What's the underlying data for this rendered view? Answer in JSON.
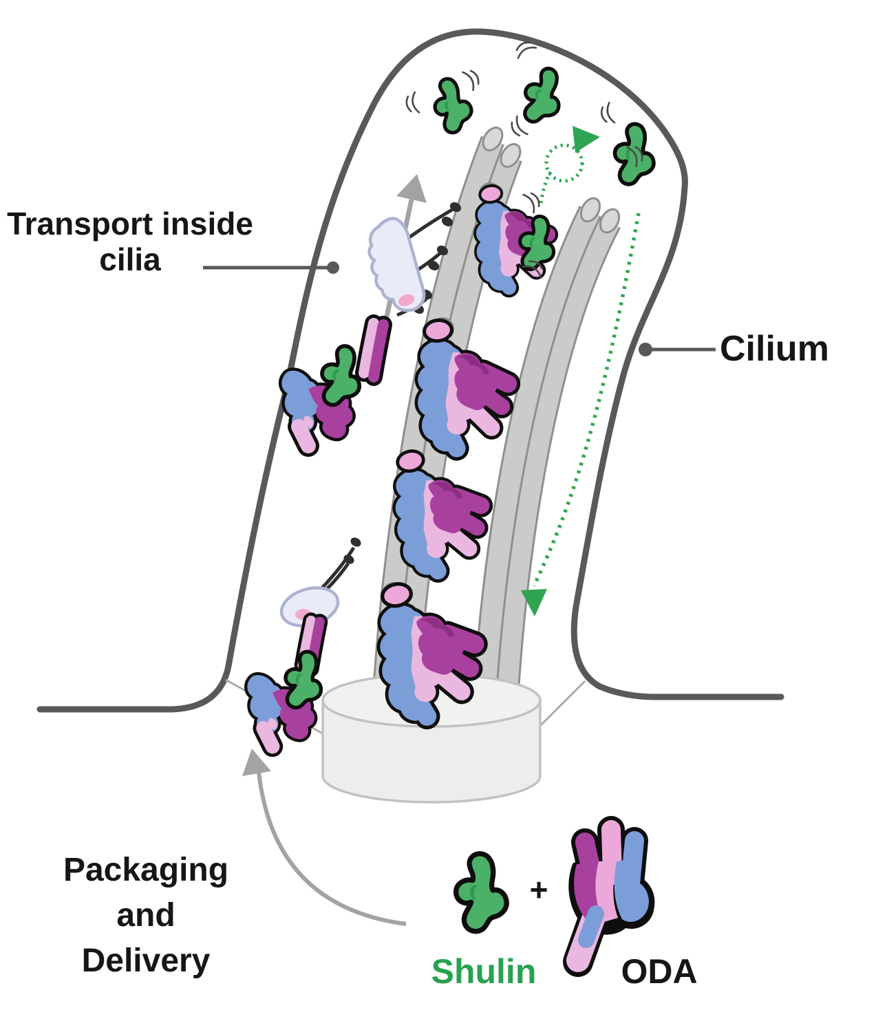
{
  "labels": {
    "transport_line1": "Transport inside",
    "transport_line2": "cilia",
    "cilium": "Cilium",
    "packaging_line1": "Packaging",
    "packaging_line2": "and",
    "packaging_line3": "Delivery"
  },
  "legend": {
    "shulin": "Shulin",
    "plus": "+",
    "oda": "ODA"
  },
  "colors": {
    "shulin_green": "#4CB168",
    "shulin_dark_green": "#2E9B52",
    "shulin_text_green": "#27A24E",
    "oda_magenta": "#A8409D",
    "oda_dark_magenta": "#8C2F84",
    "oda_pink": "#E9B7DF",
    "oda_cap_pink": "#ECA8D8",
    "oda_blue": "#7C9ED8",
    "ift_train_fill": "#E9EBF8",
    "ift_train_edge": "#ADB2D0",
    "ift_pink_spot": "#F2A9CB",
    "membrane_gray": "#58595B",
    "microtubule_fill": "#CBCBC9",
    "microtubule_edge": "#8F8F8F",
    "docking_dot_gray": "#8A8A8A",
    "basal_body_fill": "#F1F1F0",
    "basal_body_edge": "#C2C2C2",
    "recycle_green": "#2FA452",
    "arrow_gray": "#A3A3A3",
    "tether_black": "#2F2F2F",
    "outline_black": "#0E0E0E"
  }
}
